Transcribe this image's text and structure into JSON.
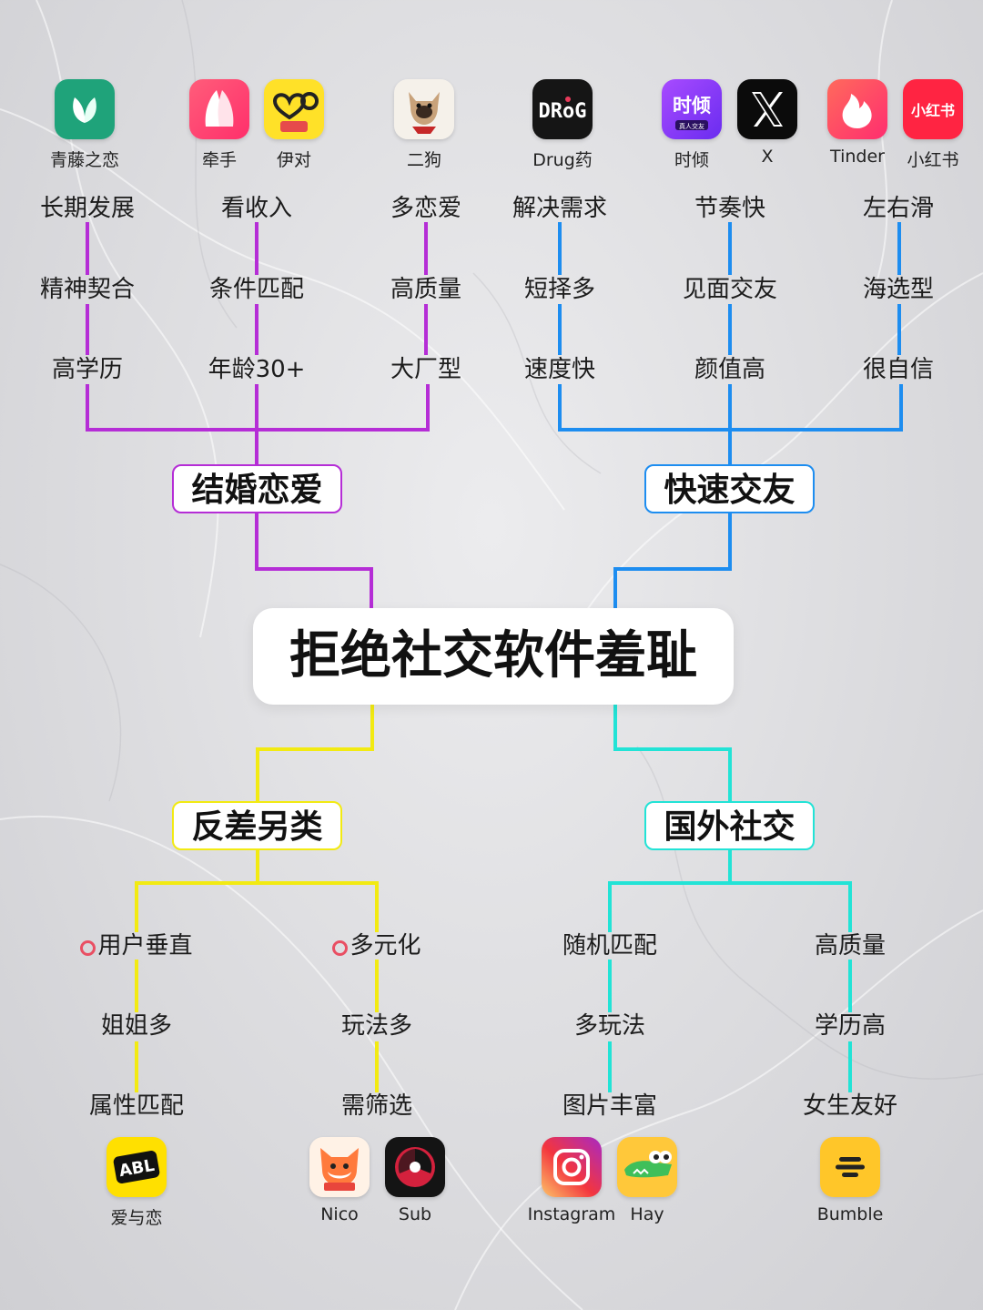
{
  "title": "拒绝社交软件羞耻",
  "colors": {
    "marriage": "#b52dd6",
    "fast": "#1d8df0",
    "contrast": "#f2ea12",
    "foreign": "#22e3d6"
  },
  "branches": {
    "marriage": {
      "label": "结婚恋爱",
      "columns": [
        {
          "features": [
            "长期发展",
            "精神契合",
            "高学历"
          ],
          "apps": [
            {
              "name": "青藤之恋",
              "icon": "leaf-app-icon"
            }
          ]
        },
        {
          "features": [
            "看收入",
            "条件匹配",
            "年龄30+"
          ],
          "apps": [
            {
              "name": "牵手",
              "icon": "hands-app-icon"
            },
            {
              "name": "伊对",
              "icon": "heart-glasses-app-icon"
            }
          ]
        },
        {
          "features": [
            "多恋爱",
            "高质量",
            "大厂型"
          ],
          "apps": [
            {
              "name": "二狗",
              "icon": "dog-app-icon"
            }
          ]
        }
      ]
    },
    "fast": {
      "label": "快速交友",
      "columns": [
        {
          "features": [
            "解决需求",
            "短择多",
            "速度快"
          ],
          "apps": [
            {
              "name": "Drug药",
              "icon": "drug-app-icon"
            }
          ]
        },
        {
          "features": [
            "节奏快",
            "见面交友",
            "颜值高"
          ],
          "apps": [
            {
              "name": "时倾",
              "icon": "shiqing-app-icon",
              "icon_text": "时倾",
              "icon_subtext": "真人交友"
            },
            {
              "name": "X",
              "icon": "x-app-icon"
            }
          ]
        },
        {
          "features": [
            "左右滑",
            "海选型",
            "很自信"
          ],
          "apps": [
            {
              "name": "Tinder",
              "icon": "flame-app-icon"
            },
            {
              "name": "小红书",
              "icon": "xiaohongshu-app-icon",
              "icon_text": "小红书"
            }
          ]
        }
      ]
    },
    "contrast": {
      "label": "反差另类",
      "columns": [
        {
          "features": [
            "用户垂直",
            "姐姐多",
            "属性匹配"
          ],
          "apps": [
            {
              "name": "爱与恋",
              "icon": "abl-app-icon",
              "icon_text": "ABL"
            }
          ]
        },
        {
          "features": [
            "多元化",
            "玩法多",
            "需筛选"
          ],
          "apps": [
            {
              "name": "Nico",
              "icon": "fox-app-icon"
            },
            {
              "name": "Sub",
              "icon": "sub-app-icon"
            }
          ]
        }
      ]
    },
    "foreign": {
      "label": "国外社交",
      "columns": [
        {
          "features": [
            "随机匹配",
            "多玩法",
            "图片丰富"
          ],
          "apps": [
            {
              "name": "Instagram",
              "icon": "camera-app-icon"
            },
            {
              "name": "Hay",
              "icon": "crocodile-app-icon"
            }
          ]
        },
        {
          "features": [
            "高质量",
            "学历高",
            "女生友好"
          ],
          "apps": [
            {
              "name": "Bumble",
              "icon": "bumble-app-icon"
            }
          ]
        }
      ]
    }
  }
}
